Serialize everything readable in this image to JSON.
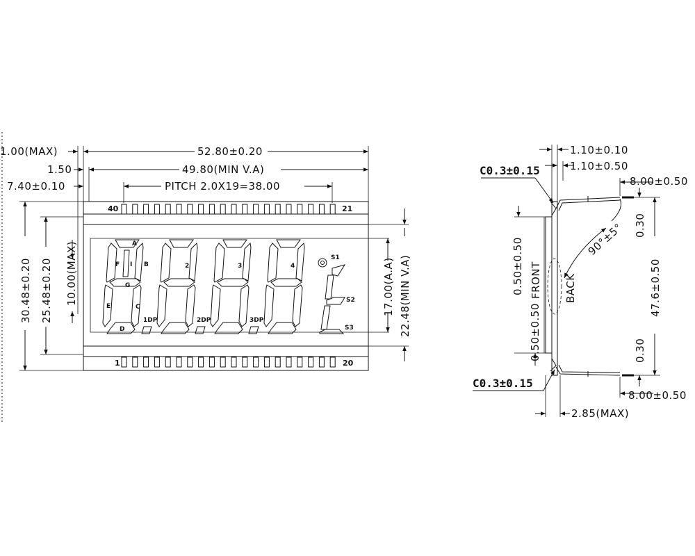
{
  "front_view": {
    "dims": {
      "top_overall": "52.80±0.20",
      "top_va": "49.80(MIN V.A)",
      "top_pitch": "PITCH 2.0X19=38.00",
      "left_max": "1.00(MAX)",
      "left_150": "1.50",
      "left_740": "7.40±0.10",
      "height_overall": "30.48±0.20",
      "height_inner": "25.48±0.20",
      "pin_max": "10.00(MAX)",
      "aa": "17.00(A.A)",
      "min_va": "22.48(MIN V.A)"
    },
    "pins": {
      "top_left": "40",
      "top_right": "21",
      "bottom_left": "1",
      "bottom_right": "20"
    },
    "segments": {
      "a": "A",
      "b": "B",
      "c": "C",
      "d": "D",
      "e": "E",
      "f": "F",
      "g": "G",
      "i": "I"
    },
    "digits": [
      "2",
      "3",
      "4"
    ],
    "dp": [
      "1DP",
      "2DP",
      "3DP"
    ],
    "symbols": {
      "s1": "S1",
      "s2": "S2",
      "s3": "S3"
    }
  },
  "side_view": {
    "dims": {
      "t1": "1.10±0.10",
      "t2": "1.10±0.50",
      "pin_top": "8.00±0.50",
      "pin_bottom": "8.00±0.50",
      "offset_top": "0.30",
      "offset_bottom": "0.30",
      "length": "47.6±0.50",
      "angle": "90°±5°",
      "gap_top": "0.50±0.50",
      "gap_bottom": "0.50±0.50",
      "thickness": "2.85(MAX)"
    },
    "chamfer_top": "C0.3±0.15",
    "chamfer_bottom": "C0.3±0.15",
    "front_label": "FRONT",
    "back_label": "BACK"
  }
}
